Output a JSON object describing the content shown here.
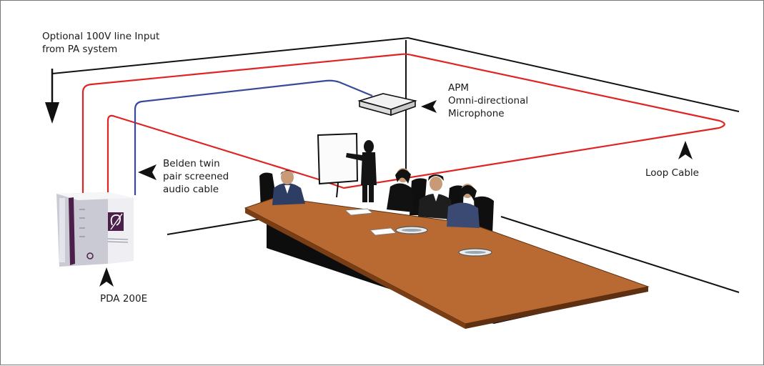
{
  "labels": {
    "pa_input_line1": "Optional 100V line Input",
    "pa_input_line2": "from PA system",
    "apm_line1": "APM",
    "apm_line2": "Omni-directional",
    "apm_line3": "Microphone",
    "cable_line1": "Belden twin",
    "cable_line2": "pair screened",
    "cable_line3": "audio cable",
    "loop_cable": "Loop Cable",
    "pda": "PDA 200E"
  },
  "colors": {
    "loop_cable": "#e02424",
    "audio_cable": "#3a4a9a",
    "room_lines": "#111111",
    "table_top": "#b86a32",
    "table_edge": "#7a3e16",
    "table_base": "#101010",
    "amplifier_body": "#eeeef3",
    "amplifier_stripe": "#4b1f4a"
  }
}
